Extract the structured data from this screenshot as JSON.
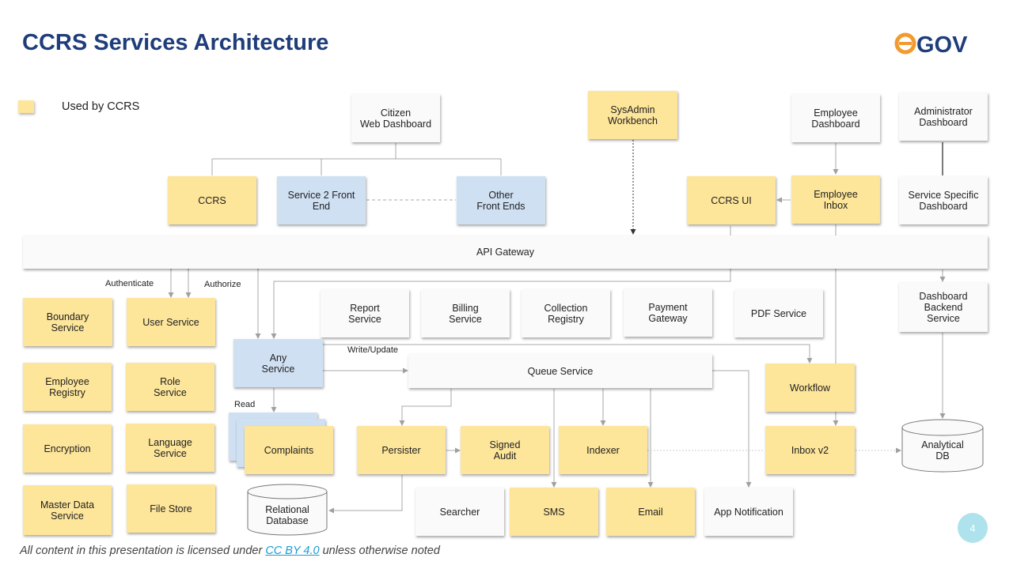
{
  "title": "CCRS Services Architecture",
  "logo_text": "eGOV",
  "legend": {
    "label": "Used by CCRS",
    "color": "#fde59a"
  },
  "boxes": {
    "citizen": "Citizen\nWeb Dashboard",
    "sysadmin": "SysAdmin\nWorkbench",
    "employee_dashboard": "Employee\nDashboard",
    "administrator_dashboard": "Administrator\nDashboard",
    "ccrs": "CCRS",
    "service2": "Service 2 Front\nEnd",
    "other_fe": "Other\nFront Ends",
    "ccrs_ui": "CCRS UI",
    "employee_inbox": "Employee\nInbox",
    "service_specific": "Service Specific\nDashboard",
    "api_gateway": "API Gateway",
    "boundary": "Boundary\nService",
    "user_service": "User Service",
    "report": "Report\nService",
    "billing": "Billing\nService",
    "collection": "Collection\nRegistry",
    "payment": "Payment\nGateway",
    "pdf": "PDF Service",
    "dashboard_backend": "Dashboard\nBackend\nService",
    "any_service": "Any\nService",
    "queue": "Queue Service",
    "workflow": "Workflow",
    "employee_registry": "Employee\nRegistry",
    "role": "Role\nService",
    "complaints": "Complaints",
    "persister": "Persister",
    "signed_audit": "Signed\nAudit",
    "indexer": "Indexer",
    "inbox_v2": "Inbox v2",
    "encryption": "Encryption",
    "language": "Language\nService",
    "master_data": "Master Data\nService",
    "file_store": "File Store",
    "searcher": "Searcher",
    "sms": "SMS",
    "email": "Email",
    "app_notification": "App Notification"
  },
  "databases": {
    "analytical": "Analytical\nDB",
    "relational": "Relational\nDatabase"
  },
  "edge_labels": {
    "authenticate": "Authenticate",
    "authorize": "Authorize",
    "write_update": "Write/Update",
    "read": "Read"
  },
  "footer": {
    "prefix": "All content in this presentation is licensed under ",
    "link": "CC BY 4.0",
    "suffix": " unless otherwise noted"
  },
  "page_number": "4"
}
